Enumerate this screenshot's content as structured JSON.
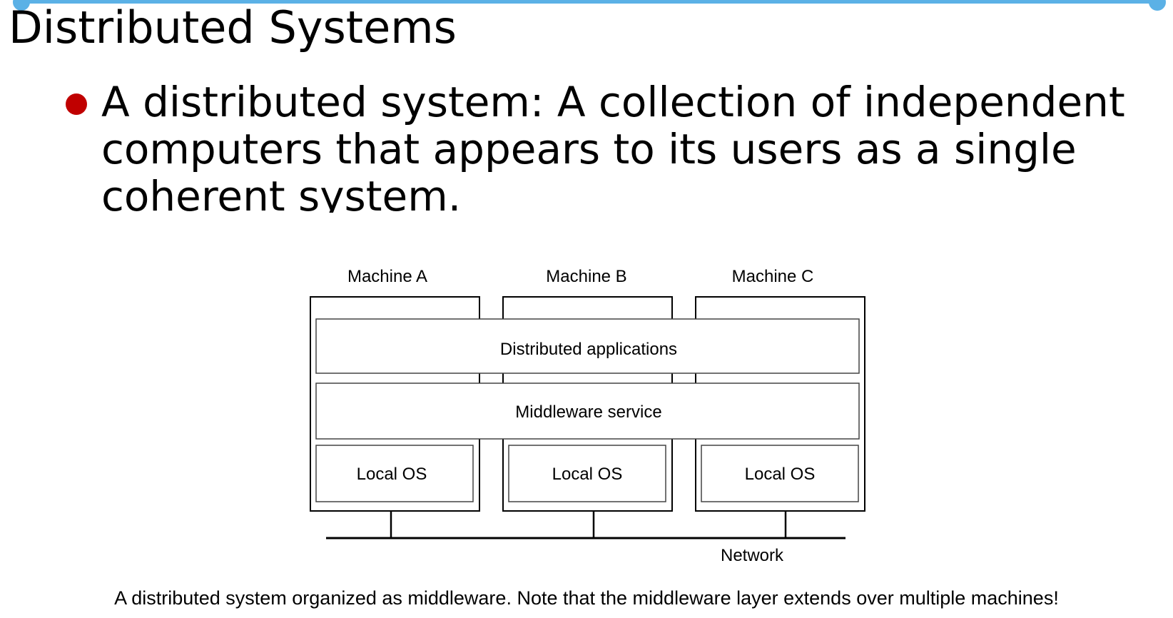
{
  "slide": {
    "title": "Distributed Systems",
    "bullet_lines": [
      "A distributed system: A collection of independent",
      "computers that appears to its users as a single",
      "coherent system."
    ],
    "bullet_color": "#c00000",
    "accent_color": "#5bb1e6"
  },
  "figure": {
    "machines": [
      "Machine A",
      "Machine B",
      "Machine C"
    ],
    "layers": {
      "applications": "Distributed applications",
      "middleware": "Middleware service",
      "local_os": [
        "Local OS",
        "Local OS",
        "Local OS"
      ]
    },
    "network_label": "Network"
  },
  "caption": "A distributed system organized as middleware. Note that the middleware layer extends over multiple machines!"
}
